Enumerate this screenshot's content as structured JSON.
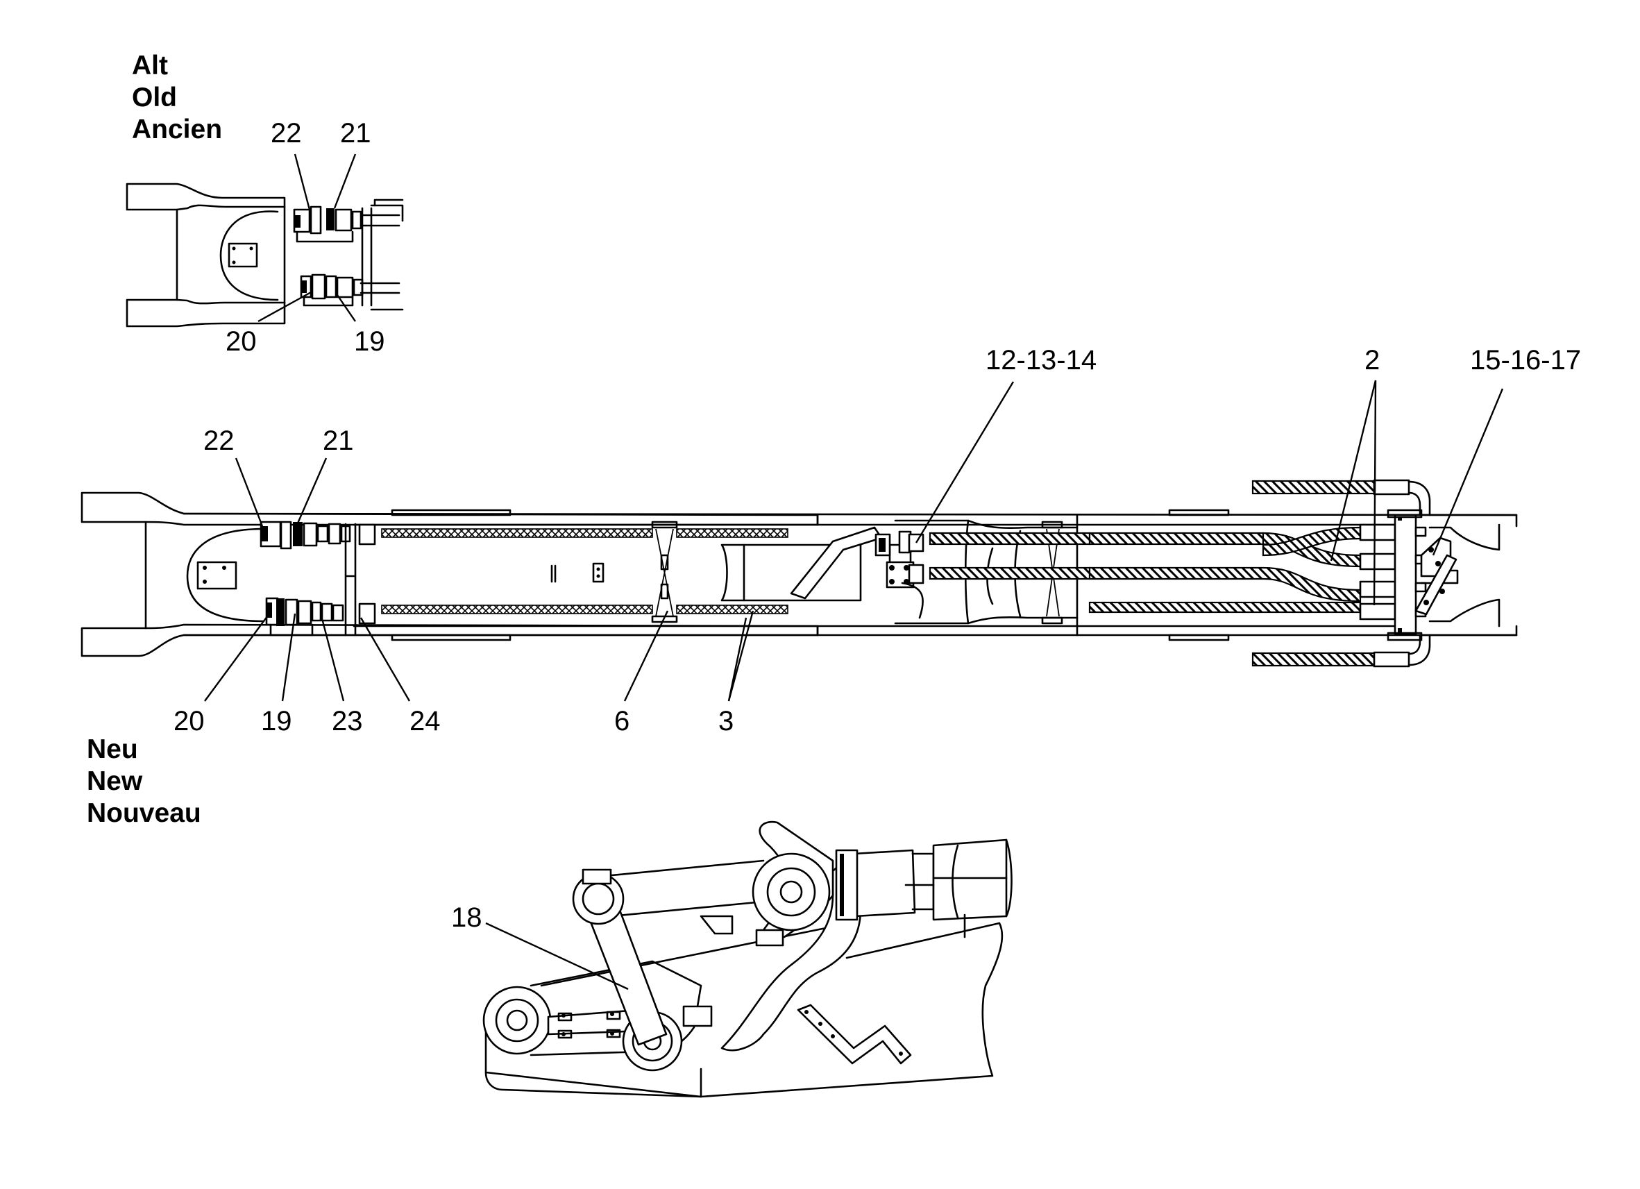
{
  "headers": {
    "old": [
      "Alt",
      "Old",
      "Ancien"
    ],
    "new": [
      "Neu",
      "New",
      "Nouveau"
    ]
  },
  "callouts_old": {
    "c22": "22",
    "c21": "21",
    "c20": "20",
    "c19": "19"
  },
  "callouts_new": {
    "c22": "22",
    "c21": "21",
    "c20": "20",
    "c19": "19",
    "c23": "23",
    "c24": "24",
    "c6": "6",
    "c3": "3",
    "c12_13_14": "12-13-14",
    "c2": "2",
    "c15_16_17": "15-16-17"
  },
  "callout_detail": {
    "c18": "18"
  }
}
